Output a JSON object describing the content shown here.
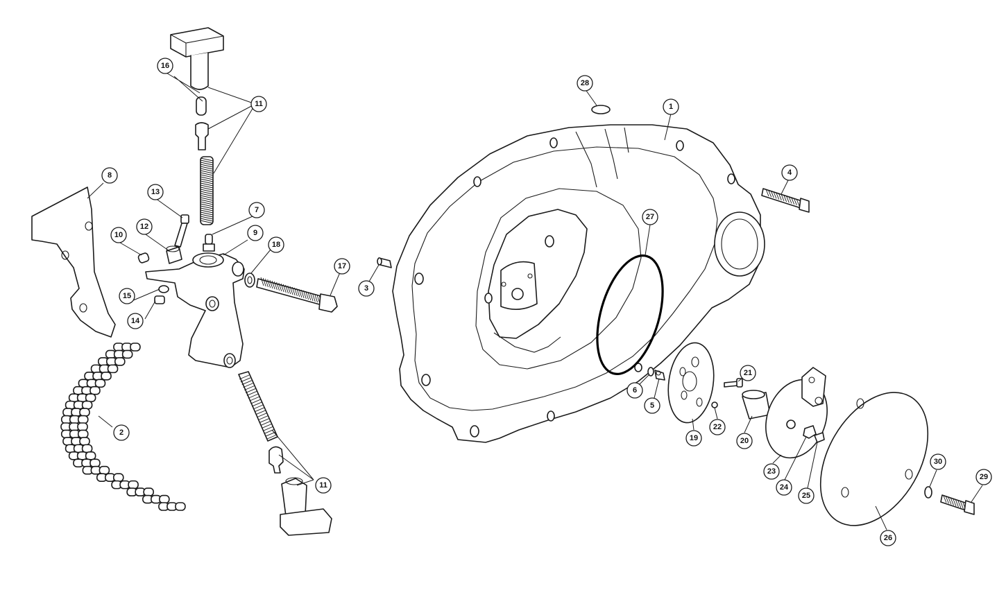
{
  "diagram": {
    "callouts": [
      {
        "id": "c1",
        "label": "1"
      },
      {
        "id": "c2",
        "label": "2"
      },
      {
        "id": "c3",
        "label": "3"
      },
      {
        "id": "c4",
        "label": "4"
      },
      {
        "id": "c5",
        "label": "5"
      },
      {
        "id": "c6",
        "label": "6"
      },
      {
        "id": "c7",
        "label": "7"
      },
      {
        "id": "c8",
        "label": "8"
      },
      {
        "id": "c9",
        "label": "9"
      },
      {
        "id": "c10",
        "label": "10"
      },
      {
        "id": "c11a",
        "label": "11"
      },
      {
        "id": "c11b",
        "label": "11"
      },
      {
        "id": "c12",
        "label": "12"
      },
      {
        "id": "c13",
        "label": "13"
      },
      {
        "id": "c14",
        "label": "14"
      },
      {
        "id": "c15",
        "label": "15"
      },
      {
        "id": "c16",
        "label": "16"
      },
      {
        "id": "c17",
        "label": "17"
      },
      {
        "id": "c18",
        "label": "18"
      },
      {
        "id": "c19",
        "label": "19"
      },
      {
        "id": "c20",
        "label": "20"
      },
      {
        "id": "c21",
        "label": "21"
      },
      {
        "id": "c22",
        "label": "22"
      },
      {
        "id": "c23",
        "label": "23"
      },
      {
        "id": "c24",
        "label": "24"
      },
      {
        "id": "c25",
        "label": "25"
      },
      {
        "id": "c26",
        "label": "26"
      },
      {
        "id": "c27",
        "label": "27"
      },
      {
        "id": "c28",
        "label": "28"
      },
      {
        "id": "c29",
        "label": "29"
      },
      {
        "id": "c30",
        "label": "30"
      }
    ]
  }
}
